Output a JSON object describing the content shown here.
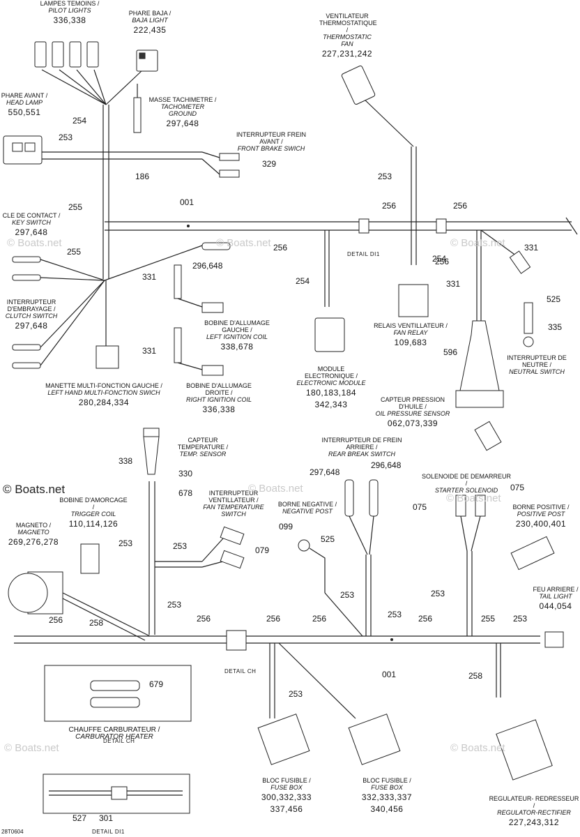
{
  "callouts": [
    {
      "id": "lampes",
      "fr": "LAMPES TEMOINS /",
      "en": "PILOT LIGHTS",
      "pn": "336,338"
    },
    {
      "id": "pharebaja",
      "fr": "PHARE BAJA /",
      "en": "BAJA LIGHT",
      "pn": "222,435"
    },
    {
      "id": "ventilateur",
      "fr": "VENTILATEUR THERMOSTATIQUE /",
      "en": "THERMOSTATIC FAN",
      "pn": "227,231,242"
    },
    {
      "id": "pharavant",
      "fr": "PHARE AVANT /",
      "en": "HEAD LAMP",
      "pn": "550,551"
    },
    {
      "id": "masse",
      "fr": "MASSE TACHIMETRE /",
      "en": "TACHOMETER GROUND",
      "pn": "297,648"
    },
    {
      "id": "freinavant",
      "fr": "INTERRUPTEUR FREIN AVANT /",
      "en": "FRONT BRAKE SWICH",
      "pn": ""
    },
    {
      "id": "cle",
      "fr": "CLE DE CONTACT /",
      "en": "KEY SWITCH",
      "pn": "297,648"
    },
    {
      "id": "embrayage",
      "fr": "INTERRUPTEUR D'EMBRAYAGE /",
      "en": "CLUTCH SWITCH",
      "pn": "297,648"
    },
    {
      "id": "manette",
      "fr": "MANETTE MULTI-FONCTION GAUCHE /",
      "en": "LEFT HAND MULTI-FONCTION SWICH",
      "pn": "280,284,334"
    },
    {
      "id": "bobgauche",
      "fr": "BOBINE D'ALLUMAGE GAUCHE /",
      "en": "LEFT IGNITION COIL",
      "pn": "338,678"
    },
    {
      "id": "bobdroite",
      "fr": "BOBINE D'ALLUMAGE DROITE /",
      "en": "RIGHT IGNITION COIL",
      "pn": "336,338"
    },
    {
      "id": "module",
      "fr": "MODULE ELECTRONIQUE /",
      "en": "ELECTRONIC MODULE",
      "pn": "180,183,184"
    },
    {
      "id": "relais",
      "fr": "RELAIS VENTILLATEUR /",
      "en": "FAN RELAY",
      "pn": "109,683"
    },
    {
      "id": "neutre",
      "fr": "INTERRUPTEUR DE NEUTRE /",
      "en": "NEUTRAL SWITCH",
      "pn": ""
    },
    {
      "id": "pression",
      "fr": "CAPTEUR PRESSION D'HUILE /",
      "en": "OIL PRESSURE SENSOR",
      "pn": "062,073,339"
    },
    {
      "id": "temp",
      "fr": "CAPTEUR TEMPERATURE /",
      "en": "TEMP. SENSOR",
      "pn": ""
    },
    {
      "id": "freinarriere",
      "fr": "INTERRUPTEUR DE FREIN ARRIERE /",
      "en": "REAR BREAK SWITCH",
      "pn": ""
    },
    {
      "id": "solenoide",
      "fr": "SOLENOIDE DE DEMARREUR /",
      "en": "STARTER SOLENOID",
      "pn": ""
    },
    {
      "id": "amorcage",
      "fr": "BOBINE D'AMORCAGE /",
      "en": "TRIGGER COIL",
      "pn": "110,114,126"
    },
    {
      "id": "magneto",
      "fr": "MAGNETO /",
      "en": "MAGNETO",
      "pn": "269,276,278"
    },
    {
      "id": "intvent",
      "fr": "INTERRUPTEUR VENTILLATEUR /",
      "en": "FAN TEMPERATURE SWITCH",
      "pn": ""
    },
    {
      "id": "borneneg",
      "fr": "BORNE NEGATIVE /",
      "en": "NEGATIVE POST",
      "pn": ""
    },
    {
      "id": "bornepos",
      "fr": "BORNE POSITIVE /",
      "en": "POSITIVE POST",
      "pn": "230,400,401"
    },
    {
      "id": "feu",
      "fr": "FEU ARRIERE /",
      "en": "TAIL LIGHT",
      "pn": "044,054"
    },
    {
      "id": "chauffe",
      "fr": "CHAUFFE CARBURATEUR /",
      "en": "CARBURATOR HEATER",
      "pn": ""
    },
    {
      "id": "bloc1",
      "fr": "BLOC FUSIBLE /",
      "en": "FUSE BOX",
      "pn": "300,332,333"
    },
    {
      "id": "bloc2",
      "fr": "BLOC FUSIBLE /",
      "en": "FUSE BOX",
      "pn": "332,333,337"
    },
    {
      "id": "regulateur",
      "fr": "REGULATEUR- REDRESSEUR /",
      "en": "REGULATOR-RECTIFIER",
      "pn": "227,243,312"
    }
  ],
  "extra_parts": {
    "bloc1": "337,456",
    "bloc2": "340,456",
    "module2": "342,343"
  },
  "refs": [
    "254",
    "253",
    "186",
    "329",
    "255",
    "001",
    "256",
    "256",
    "256",
    "255",
    "331",
    "296,648",
    "256",
    "253",
    "254",
    "254",
    "331",
    "331",
    "525",
    "335",
    "596",
    "338",
    "330",
    "678",
    "297,648",
    "296,648",
    "075",
    "075",
    "099",
    "525",
    "253",
    "079",
    "253",
    "253",
    "253",
    "253",
    "253",
    "258",
    "256",
    "256",
    "256",
    "256",
    "256",
    "255",
    "253",
    "001",
    "258",
    "253",
    "679",
    "527",
    "301",
    "331"
  ],
  "details": {
    "di1": "DETAIL DI1",
    "ch": "DETAIL CH",
    "di1b": "DETAIL DI1",
    "chb": "DETAIL CH"
  },
  "watermarks": [
    "© Boats.net",
    "© Boats.net",
    "© Boats.net",
    "© Boats.net",
    "© Boats.net",
    "© Boats.net",
    "© Boats.net"
  ],
  "brand": "© Boats.net",
  "drawing_code": "28T0604"
}
